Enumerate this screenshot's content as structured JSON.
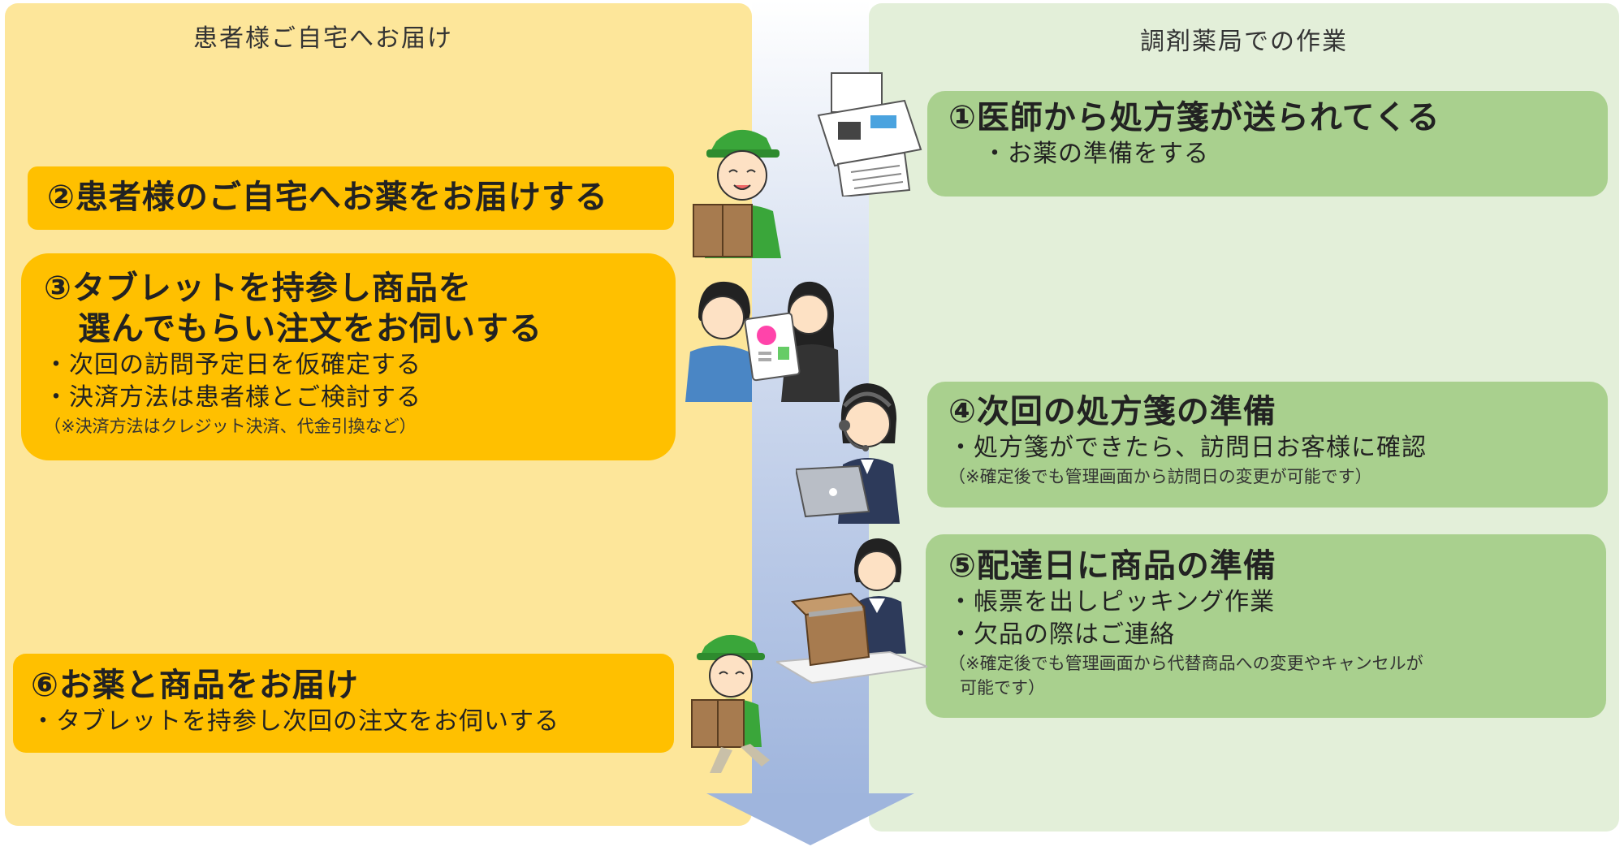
{
  "headers": {
    "left": "患者様ご自宅へお届け",
    "right": "調剤薬局での作業"
  },
  "steps": {
    "s1": {
      "title": "①医師から処方箋が送られてくる",
      "lines": [
        "・お薬の準備をする"
      ]
    },
    "s2": {
      "title": "②患者様のご自宅へお薬をお届けする"
    },
    "s3": {
      "title_line1": "③タブレットを持参し商品を",
      "title_line2": "選んでもらい注文をお伺いする",
      "lines": [
        "・次回の訪問予定日を仮確定する",
        "・決済方法は患者様とご検討する"
      ],
      "note": "（※決済方法はクレジット決済、代金引換など）"
    },
    "s4": {
      "title": "④次回の処方箋の準備",
      "lines": [
        "・処方箋ができたら、訪問日お客様に確認"
      ],
      "note": "（※確定後でも管理画面から訪問日の変更が可能です）"
    },
    "s5": {
      "title": "⑤配達日に商品の準備",
      "lines": [
        "・帳票を出しピッキング作業",
        "・欠品の際はご連絡"
      ],
      "note_line1": "（※確定後でも管理画面から代替商品への変更やキャンセルが",
      "note_line2": "可能です）"
    },
    "s6": {
      "title": "⑥お薬と商品をお届け",
      "lines": [
        "・タブレットを持参し次回の注文をお伺いする"
      ]
    }
  },
  "colors": {
    "left_panel": "#fde69a",
    "right_panel": "#e3efd9",
    "orange_card": "#ffc000",
    "green_card": "#a9d08e",
    "flow_arrow": "#9fb5dd"
  },
  "illustrations": [
    "fax-machine-icon",
    "delivery-person-with-box-icon",
    "tablet-consultation-icon",
    "call-center-operator-icon",
    "packing-staff-icon",
    "running-delivery-person-icon"
  ]
}
